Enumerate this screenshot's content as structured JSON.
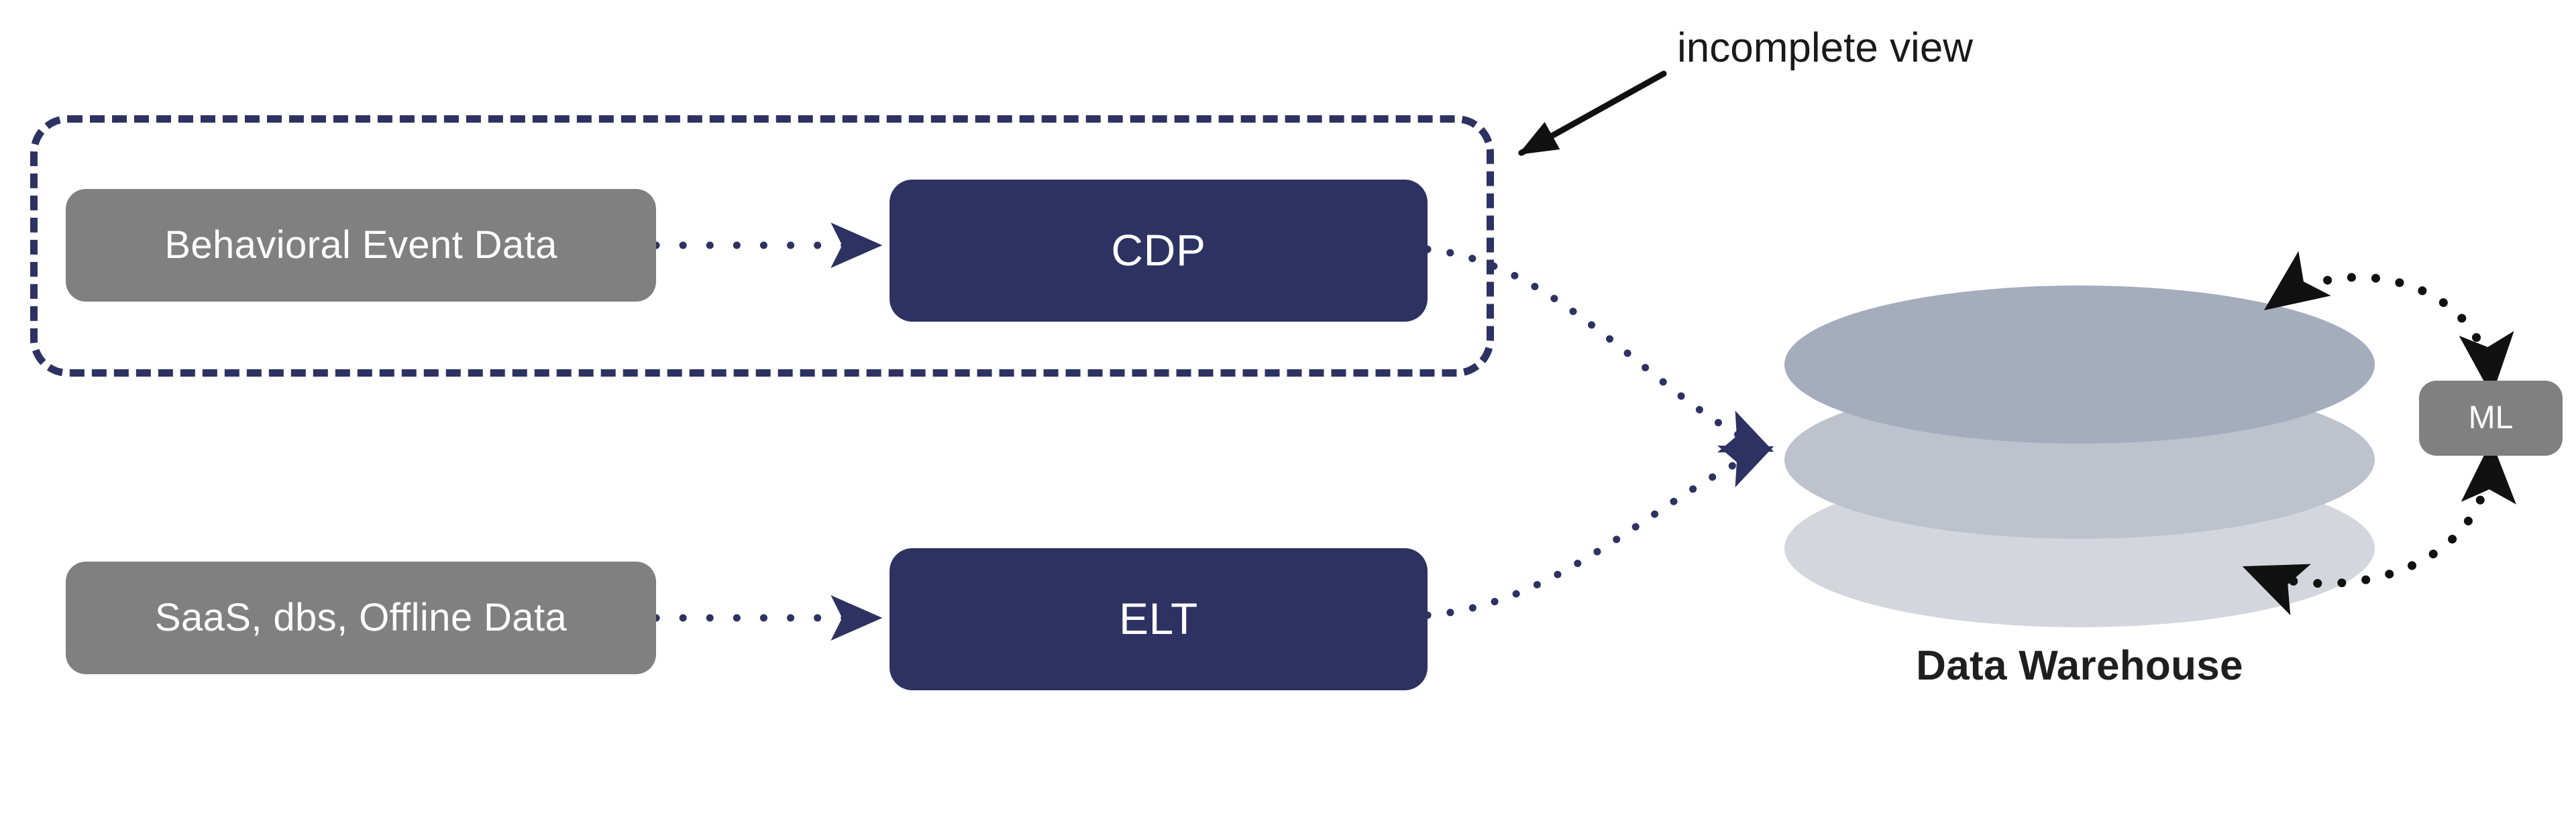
{
  "diagram": {
    "title": "Data pipeline with CDP and ELT feeding a Data Warehouse",
    "colors": {
      "navy": "#2d3263",
      "gray": "#808080",
      "disc_top": "#a5adbd",
      "disc_mid": "#bcc3cd",
      "disc_bottom": "#d3d7dd",
      "text_dark": "#1f1f1f",
      "background": "#ffffff"
    },
    "annotation": {
      "label": "incomplete view",
      "arrow_icon": "arrow-down-left-icon"
    },
    "group": {
      "name": "incomplete-view-group",
      "border_style": "dashed",
      "border_color": "#2d3263"
    },
    "nodes": [
      {
        "id": "behavioral-event-data",
        "label": "Behavioral Event Data",
        "kind": "source"
      },
      {
        "id": "saas-dbs-offline-data",
        "label": "SaaS, dbs, Offline Data",
        "kind": "source"
      },
      {
        "id": "cdp",
        "label": "CDP",
        "kind": "process"
      },
      {
        "id": "elt",
        "label": "ELT",
        "kind": "process"
      },
      {
        "id": "ml",
        "label": "ML",
        "kind": "consumer"
      }
    ],
    "warehouse": {
      "label": "Data Warehouse",
      "disc_count": 3
    },
    "edges": [
      {
        "from": "behavioral-event-data",
        "to": "cdp",
        "style": "dotted",
        "color": "#2d3263",
        "arrow": "end"
      },
      {
        "from": "saas-dbs-offline-data",
        "to": "elt",
        "style": "dotted",
        "color": "#2d3263",
        "arrow": "end"
      },
      {
        "from": "cdp",
        "to": "data-warehouse",
        "style": "dotted",
        "color": "#2d3263",
        "arrow": "end"
      },
      {
        "from": "elt",
        "to": "data-warehouse",
        "style": "dotted",
        "color": "#2d3263",
        "arrow": "end"
      },
      {
        "from": "ml",
        "to": "data-warehouse",
        "style": "dotted",
        "color": "#111111",
        "arrow": "end"
      },
      {
        "from": "data-warehouse",
        "to": "ml",
        "style": "dotted",
        "color": "#111111",
        "arrow": "end"
      }
    ]
  }
}
